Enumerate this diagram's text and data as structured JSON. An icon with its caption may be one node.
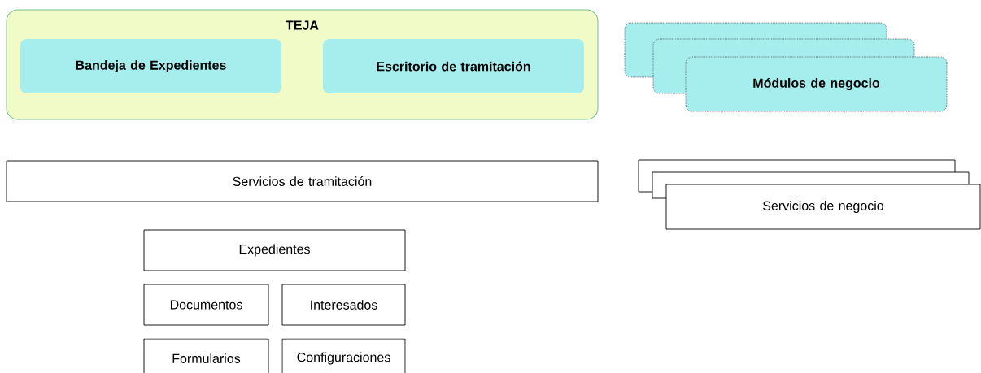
{
  "diagram": {
    "nodes": [
      {
        "text": [
          "TEJA"
        ]
      },
      {
        "text": [
          "Bandeja de Expedientes"
        ],
        "in": 0
      },
      {
        "text": [
          "Escritorio de tramitación"
        ],
        "in": 0
      },
      {
        "text": [],
        "shape": "box"
      },
      {
        "text": [],
        "shape": "box"
      },
      {
        "text": [
          "Módulos de negocio"
        ]
      },
      {
        "text": [
          "Servicios de tramitación"
        ]
      },
      {
        "text": [],
        "shape": "box"
      },
      {
        "text": [],
        "shape": "box"
      },
      {
        "text": [
          "Servicios de negocio"
        ]
      },
      {
        "text": [
          "Expedientes"
        ]
      },
      {
        "text": [
          "Documentos"
        ]
      },
      {
        "text": [
          "Interesados"
        ]
      },
      {
        "text": [
          "Formularios"
        ]
      },
      {
        "text": [
          "Configuraciones"
        ]
      }
    ]
  }
}
